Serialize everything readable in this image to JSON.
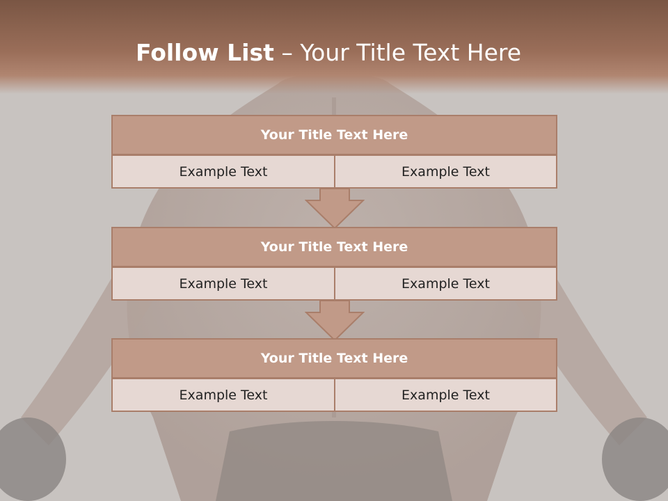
{
  "slide": {
    "title_bold": "Follow List",
    "title_rest": " – Your Title Text Here"
  },
  "blocks": [
    {
      "title": "Your Title Text Here",
      "left": "Example Text",
      "right": "Example Text"
    },
    {
      "title": "Your Title Text Here",
      "left": "Example Text",
      "right": "Example Text"
    },
    {
      "title": "Your Title Text Here",
      "left": "Example Text",
      "right": "Example Text"
    }
  ],
  "colors": {
    "header": "#9a6e59",
    "block_title_fill": "#c19a88",
    "block_border": "#a97e6a",
    "cell_fill": "#e6d8d3"
  }
}
